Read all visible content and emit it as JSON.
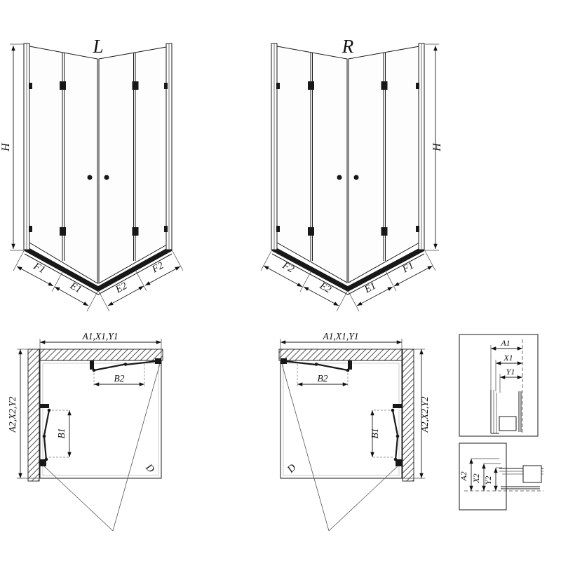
{
  "iso_left": {
    "variant": "L",
    "height": "H",
    "dim_f1": "F1",
    "dim_e1": "E1",
    "dim_e2": "E2",
    "dim_f2": "F2"
  },
  "iso_right": {
    "variant": "R",
    "height": "H",
    "dim_f2": "F2",
    "dim_e2": "E2",
    "dim_e1": "E1",
    "dim_f1": "F1"
  },
  "plan_left": {
    "dim_width": "A1,X1,Y1",
    "dim_depth": "A2,X2,Y2",
    "dim_b2": "B2",
    "dim_b1": "B1",
    "dim_d": "D"
  },
  "plan_right": {
    "dim_width": "A1,X1,Y1",
    "dim_depth": "A2,X2,Y2",
    "dim_b2": "B2",
    "dim_b1": "B1",
    "dim_d": "D"
  },
  "detail_width": {
    "dim_a1": "A1",
    "dim_x1": "X1",
    "dim_y1": "Y1"
  },
  "detail_depth": {
    "dim_a2": "A2",
    "dim_x2": "X2",
    "dim_y2": "Y2"
  }
}
